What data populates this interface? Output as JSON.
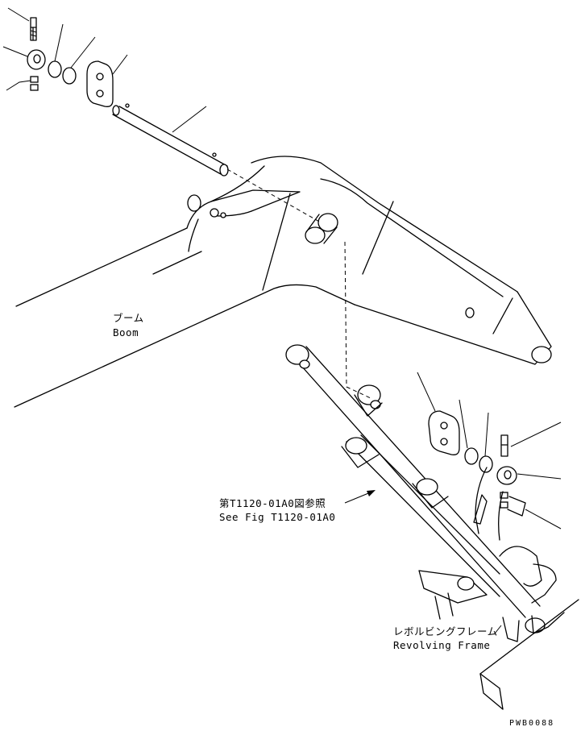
{
  "labels": {
    "boom_ja": "ブーム",
    "boom_en": "Boom",
    "ref_ja": "第T1120-01A0図参照",
    "ref_en": "See Fig T1120-01A0",
    "frame_ja": "レボルビングフレーム",
    "frame_en": "Revolving Frame",
    "drawing_code": "PWB0088"
  }
}
